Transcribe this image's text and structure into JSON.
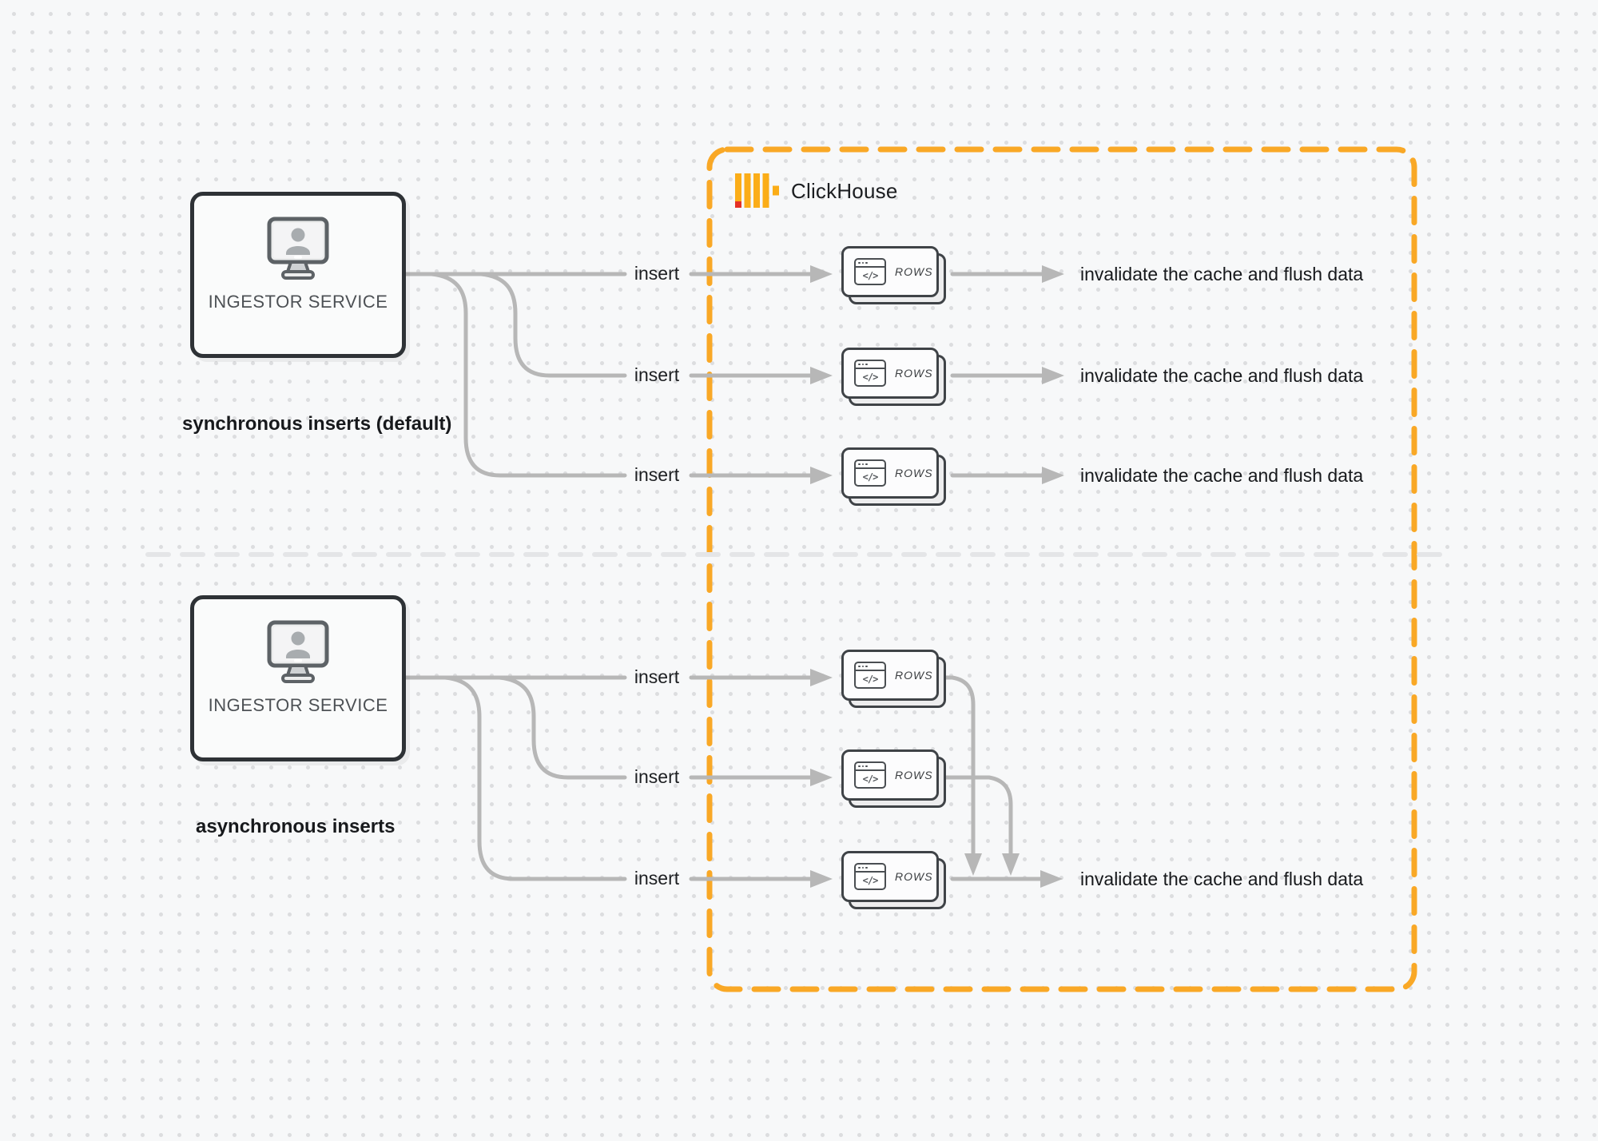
{
  "colors": {
    "accent_orange": "#F9A826",
    "logo_yellow": "#FBAD18",
    "logo_red": "#E53125",
    "connector_gray": "#b7b7b7",
    "divider_gray": "#e4e5e7",
    "box_border_dark": "#2e3236",
    "card_border": "#3f4347",
    "text_dark": "#17191c",
    "text_muted": "#4d5155",
    "background": "#f7f8f9",
    "dot_color": "#dcdddf"
  },
  "labels": {
    "clickhouse": "ClickHouse",
    "insert": "insert",
    "rows": "ROWS",
    "code_glyph": "</>",
    "invalidate": "invalidate the cache and flush data",
    "ingestor_service": "INGESTOR SERVICE",
    "sync_title": "synchronous inserts (default)",
    "async_title": "asynchronous inserts"
  }
}
